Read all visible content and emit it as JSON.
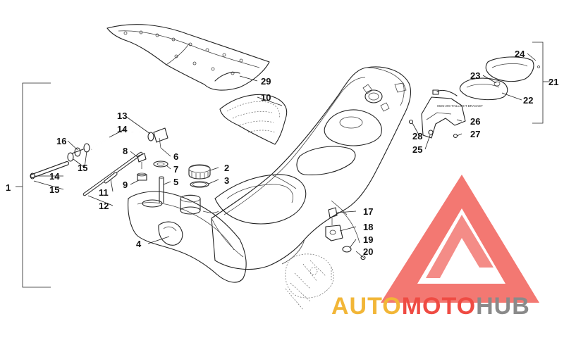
{
  "diagram": {
    "callouts": {
      "c1": "1",
      "c2": "2",
      "c3": "3",
      "c4": "4",
      "c5": "5",
      "c6": "6",
      "c7": "7",
      "c8": "8",
      "c9": "9",
      "c10": "10",
      "c11": "11",
      "c12": "12",
      "c13": "13",
      "c14a": "14",
      "c14b": "14",
      "c15a": "15",
      "c15b": "15",
      "c16": "16",
      "c17": "17",
      "c18": "18",
      "c19": "19",
      "c20": "20",
      "c21": "21",
      "c22": "22",
      "c23": "23",
      "c24": "24",
      "c25": "25",
      "c26": "26",
      "c27": "27",
      "c28": "28",
      "c29": "29"
    },
    "bracket_label": "0605-290 TAILLIGHT BRACKET"
  },
  "watermark": {
    "auto": "AUTO",
    "moto": "MOTO",
    "hub": "HUB",
    "colors": {
      "auto": "#f2b637",
      "moto": "#ef4b43",
      "hub": "#8a8a8a",
      "logo": "#ef4b43"
    }
  }
}
